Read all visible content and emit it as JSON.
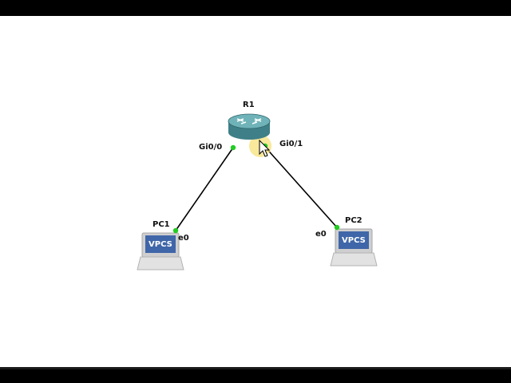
{
  "topology": {
    "nodes": {
      "router": {
        "name": "R1",
        "icon": "router-icon",
        "color": "#4a8f95"
      },
      "pc1": {
        "name": "PC1",
        "icon": "vpcs-terminal-icon",
        "screen_text": "VPCS"
      },
      "pc2": {
        "name": "PC2",
        "icon": "vpcs-terminal-icon",
        "screen_text": "VPCS"
      }
    },
    "interfaces": {
      "r1_left": "Gi0/0",
      "r1_right": "Gi0/1",
      "pc1_e0": "e0",
      "pc2_e0": "e0"
    },
    "link_status_color": "#22cc22",
    "cursor_highlight_color": "#f6e27a"
  }
}
